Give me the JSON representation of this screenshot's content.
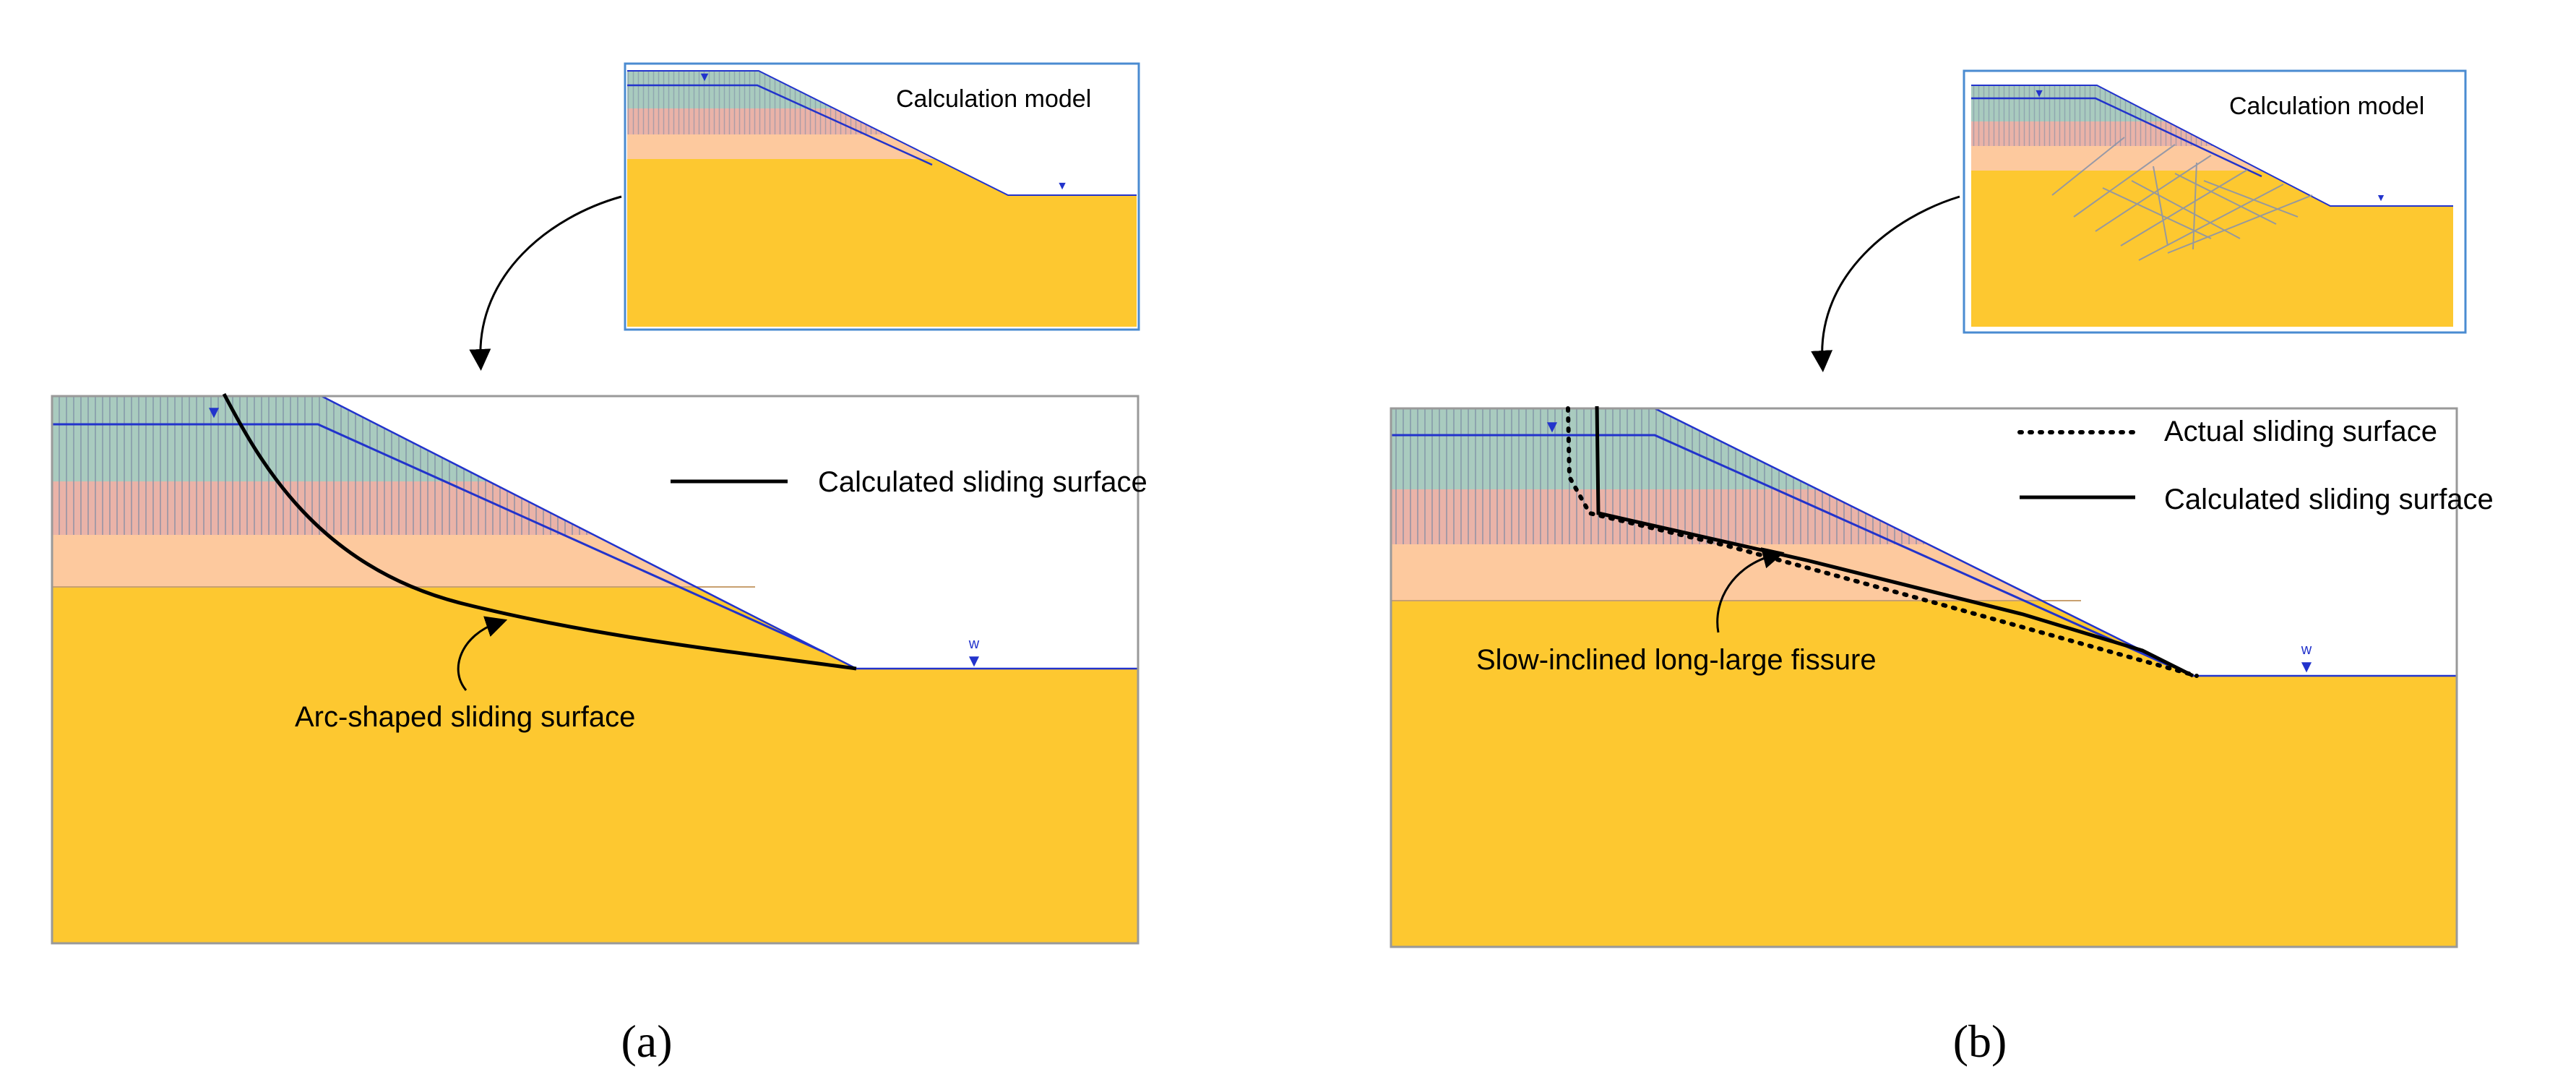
{
  "panels": [
    {
      "id": "a",
      "label": "(a)",
      "inset_title": "Calculation model",
      "legend": [
        {
          "style": "solid",
          "label": "Calculated sliding surface"
        }
      ],
      "annotation": "Arc-shaped sliding surface",
      "water_mark_symbol": "w"
    },
    {
      "id": "b",
      "label": "(b)",
      "inset_title": "Calculation model",
      "legend": [
        {
          "style": "dotted",
          "label": "Actual sliding surface"
        },
        {
          "style": "solid",
          "label": "Calculated sliding surface"
        }
      ],
      "annotation": "Slow-inclined long-large fissure",
      "water_mark_symbol": "w"
    }
  ],
  "colors": {
    "bedrock": "#fdc830",
    "layer_top": "#a9cbbf",
    "layer_red": "#eab3a8",
    "layer_peach": "#fdc99e",
    "water_line": "#2233cc",
    "hatch": "#7b8aa3",
    "frame": "#4a8bd1",
    "curve": "#000000"
  }
}
